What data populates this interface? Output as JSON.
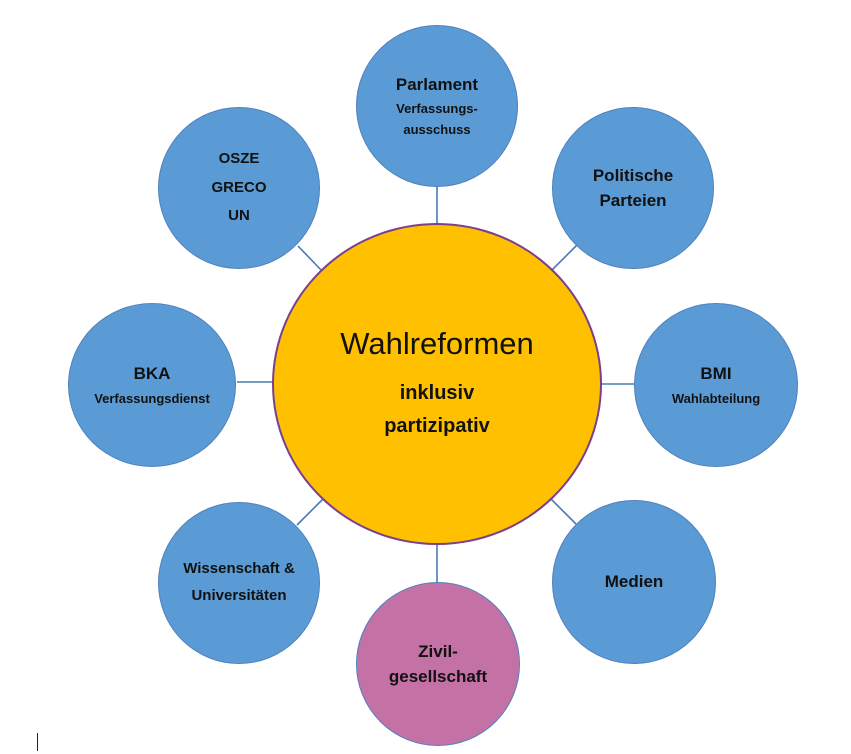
{
  "colors": {
    "satellite_fill": "#5b9bd5",
    "center_fill": "#ffc000",
    "highlight_fill": "#c471a6",
    "connector": "#4a7ab5",
    "center_border": "#7a3f8f"
  },
  "center": {
    "title": "Wahlreformen",
    "line1": "inklusiv",
    "line2": "partizipativ"
  },
  "nodes": {
    "parlament": {
      "line1": "Parlament",
      "line2": "Verfassungs-",
      "line3": "ausschuss"
    },
    "parteien": {
      "line1": "Politische",
      "line2": "Parteien"
    },
    "bmi": {
      "line1": "BMI",
      "line2": "Wahlabteilung"
    },
    "medien": {
      "line1": "Medien"
    },
    "zivil": {
      "line1": "Zivil-",
      "line2": "gesellschaft"
    },
    "wissenschaft": {
      "line1": "Wissenschaft &",
      "line2": "Universitäten"
    },
    "bka": {
      "line1": "BKA",
      "line2": "Verfassungsdienst"
    },
    "international": {
      "line1": "OSZE",
      "line2": "GRECO",
      "line3": "UN"
    }
  }
}
